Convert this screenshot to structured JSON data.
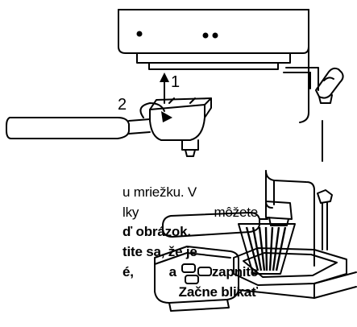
{
  "illustration_top": {
    "step_1": "1",
    "step_2": "2"
  },
  "text_lines": [
    "u mriežku. V",
    "lky",
    "môžete",
    "ď obrázok.",
    "tite sa, že je",
    "é,",
    "a",
    "zapnite",
    "Začne blikať"
  ]
}
